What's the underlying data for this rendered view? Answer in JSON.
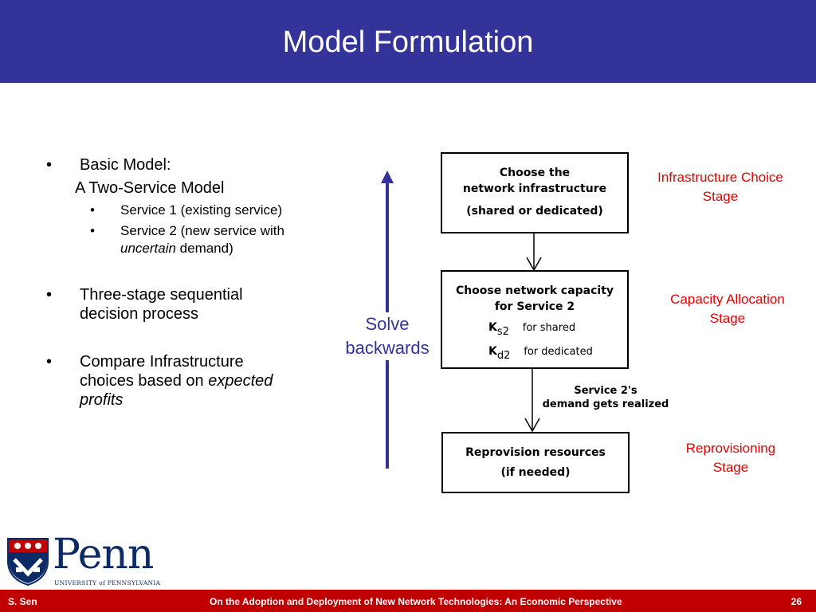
{
  "title": "Model Formulation",
  "bullets": {
    "basic_model": "Basic Model:",
    "two_service": "A Two-Service Model",
    "service1": "Service 1 (existing service)",
    "service2_line1": "Service 2 (new service with",
    "service2_uncertain": "uncertain",
    "service2_demand": " demand)",
    "three_stage_1": "Three-stage sequential",
    "three_stage_2": "decision process",
    "compare_1": "Compare Infrastructure",
    "compare_2a": "choices based on ",
    "compare_2b": "expected",
    "compare_3": "profits",
    "bullet_char": "•"
  },
  "diagram": {
    "box1_line1": "Choose the",
    "box1_line2": "network infrastructure",
    "box1_line3": "(shared or dedicated)",
    "box2_line1": "Choose network capacity",
    "box2_line2": "for Service 2",
    "box2_k1": "K",
    "box2_k1_sub": "s2",
    "box2_k1_text": "for shared",
    "box2_k2": "K",
    "box2_k2_sub": "d2",
    "box2_k2_text": "for dedicated",
    "realized_line1": "Service 2's",
    "realized_line2": "demand gets realized",
    "box3_line1": "Reprovision resources",
    "box3_line2": "(if needed)",
    "solve_line1": "Solve",
    "solve_line2": "backwards"
  },
  "stages": {
    "stage1_line1": "Infrastructure Choice",
    "stage1_line2": "Stage",
    "stage2_line1": "Capacity Allocation",
    "stage2_line2": "Stage",
    "stage3_line1": "Reprovisioning",
    "stage3_line2": "Stage"
  },
  "logo": {
    "wordmark": "Penn",
    "subtitle": "UNIVERSITY of PENNSYLVANIA"
  },
  "footer": {
    "author": "S. Sen",
    "center": "On the Adoption and Deployment of New Network Technologies: An Economic Perspective",
    "page": "26"
  },
  "colors": {
    "title_bar": "#33339a",
    "stage_text": "#e60000",
    "footer_bar": "#c00000",
    "arrow": "#33339a"
  }
}
